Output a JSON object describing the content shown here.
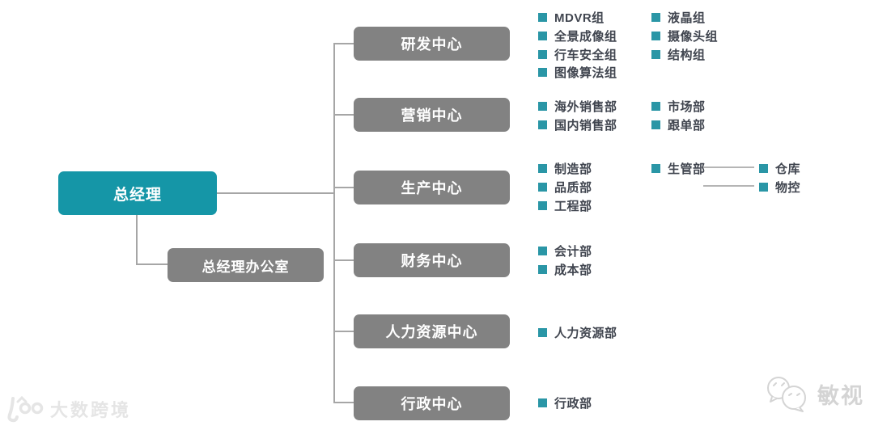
{
  "colors": {
    "root_box": "#1596a7",
    "dept_box": "#828282",
    "bullet": "#2a96a6",
    "item_text": "#40454f",
    "connector_line": "#a6a6a6"
  },
  "root": {
    "label": "总经理"
  },
  "office": {
    "label": "总经理办公室"
  },
  "departments": [
    {
      "label": "研发中心",
      "col1": [
        "MDVR组",
        "全景成像组",
        "行车安全组",
        "图像算法组"
      ],
      "col2": [
        "液晶组",
        "摄像头组",
        "结构组"
      ]
    },
    {
      "label": "营销中心",
      "col1": [
        "海外销售部",
        "国内销售部"
      ],
      "col2": [
        "市场部",
        "跟单部"
      ]
    },
    {
      "label": "生产中心",
      "col1": [
        "制造部",
        "品质部",
        "工程部"
      ],
      "col2": [
        "生管部"
      ],
      "col3": [
        "仓库",
        "物控"
      ]
    },
    {
      "label": "财务中心",
      "col1": [
        "会计部",
        "成本部"
      ]
    },
    {
      "label": "人力资源中心",
      "col1": [
        "人力资源部"
      ]
    },
    {
      "label": "行政中心",
      "col1": [
        "行政部"
      ]
    }
  ],
  "watermarks": {
    "bottom_left": "大数跨境",
    "bottom_right": "敏视"
  }
}
